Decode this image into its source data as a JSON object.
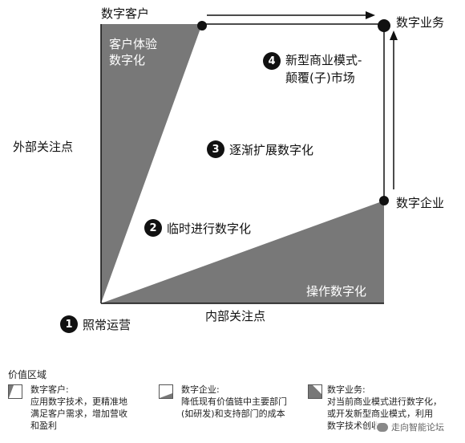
{
  "corners": {
    "top_left": "数字客户",
    "top_right": "数字业务",
    "right_mid": "数字企业",
    "left_mid": "外部关注点",
    "bottom_mid": "内部关注点"
  },
  "regions": {
    "customer_experience": [
      "客户体验",
      "数字化"
    ],
    "operations": "操作数字化"
  },
  "steps": [
    {
      "num": "1",
      "label": "照常运营"
    },
    {
      "num": "2",
      "label": "临时进行数字化"
    },
    {
      "num": "3",
      "label": "逐渐扩展数字化"
    },
    {
      "num": "4",
      "label_lines": [
        "新型商业模式-",
        "颠覆(子)市场"
      ]
    }
  ],
  "legend": {
    "title": "价值区域",
    "items": [
      {
        "title": "数字客户:",
        "lines": [
          "应用数字技术，更精准地",
          "满足客户需求，增加营收",
          "和盈利"
        ]
      },
      {
        "title": "数字企业:",
        "lines": [
          "降低现有价值链中主要部门",
          "(如研发)和支持部门的成本"
        ]
      },
      {
        "title": "数字业务:",
        "lines": [
          "对当前商业模式进行数字化，",
          "或开发新型商业模式，利用",
          "数字技术创收"
        ]
      }
    ]
  },
  "watermark": "走向智能论坛",
  "colors": {
    "fill": "#787878",
    "line": "#111111"
  }
}
